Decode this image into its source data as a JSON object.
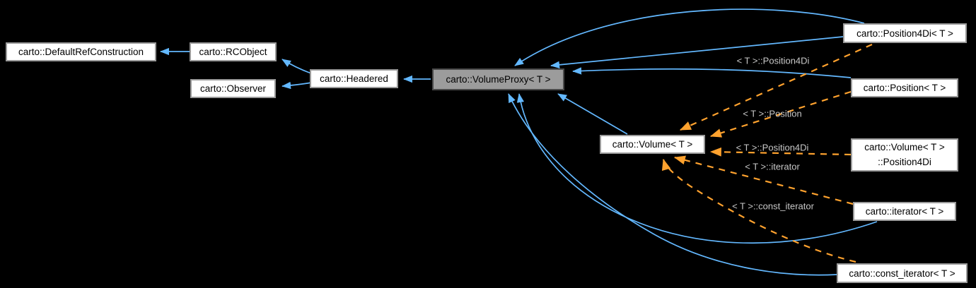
{
  "diagram": {
    "title": "Inheritance graph for carto::VolumeProxy< T >",
    "background": "#000000",
    "colors": {
      "inheritance_edge": "#63b8ff",
      "template_edge": "#ffa22e",
      "node_background": "#ffffff",
      "node_border": "#9a9a9a",
      "focus_node_background": "#9c9c9c",
      "focus_node_border": "#4a4a4a",
      "node_text": "#000000",
      "edge_label_text": "#c8c8c8"
    },
    "nodes": {
      "default_ref_construction": {
        "label": "carto::DefaultRefConstruction"
      },
      "rc_object": {
        "label": "carto::RCObject"
      },
      "observer": {
        "label": "carto::Observer"
      },
      "headered": {
        "label": "carto::Headered"
      },
      "volume_proxy": {
        "label": "carto::VolumeProxy< T >",
        "highlighted": true
      },
      "volume": {
        "label": "carto::Volume< T >"
      },
      "position4di": {
        "label": "carto::Position4Di< T >"
      },
      "position": {
        "label": "carto::Position< T >"
      },
      "volume_position4di": {
        "line1": "carto::Volume< T >",
        "line2": "::Position4Di"
      },
      "iterator": {
        "label": "carto::iterator< T >"
      },
      "const_iterator": {
        "label": "carto::const_iterator< T >"
      }
    },
    "edges": [
      {
        "from": "carto::RCObject",
        "to": "carto::DefaultRefConstruction",
        "type": "inheritance",
        "label": ""
      },
      {
        "from": "carto::Headered",
        "to": "carto::RCObject",
        "type": "inheritance",
        "label": ""
      },
      {
        "from": "carto::Headered",
        "to": "carto::Observer",
        "type": "inheritance",
        "label": ""
      },
      {
        "from": "carto::VolumeProxy< T >",
        "to": "carto::Headered",
        "type": "inheritance",
        "label": ""
      },
      {
        "from": "carto::Volume< T >",
        "to": "carto::VolumeProxy< T >",
        "type": "inheritance",
        "label": ""
      },
      {
        "from": "carto::Position4Di< T >",
        "to": "carto::VolumeProxy< T >",
        "type": "inheritance",
        "label": ""
      },
      {
        "from": "carto::Position4Di< T >",
        "to": "carto::VolumeProxy< T >",
        "type": "inheritance",
        "label": ""
      },
      {
        "from": "carto::Position< T >",
        "to": "carto::VolumeProxy< T >",
        "type": "inheritance",
        "label": ""
      },
      {
        "from": "carto::iterator< T >",
        "to": "carto::VolumeProxy< T >",
        "type": "inheritance",
        "label": ""
      },
      {
        "from": "carto::const_iterator< T >",
        "to": "carto::VolumeProxy< T >",
        "type": "inheritance",
        "label": ""
      },
      {
        "from": "carto::Position4Di< T >",
        "to": "carto::Volume< T >",
        "type": "template-relation",
        "label": "< T >::Position4Di"
      },
      {
        "from": "carto::Position< T >",
        "to": "carto::Volume< T >",
        "type": "template-relation",
        "label": "< T >::Position"
      },
      {
        "from": "carto::Volume< T >::Position4Di",
        "to": "carto::Volume< T >",
        "type": "template-relation",
        "label": "< T >::Position4Di"
      },
      {
        "from": "carto::iterator< T >",
        "to": "carto::Volume< T >",
        "type": "template-relation",
        "label": "< T >::iterator"
      },
      {
        "from": "carto::const_iterator< T >",
        "to": "carto::Volume< T >",
        "type": "template-relation",
        "label": "< T >::const_iterator"
      }
    ]
  }
}
